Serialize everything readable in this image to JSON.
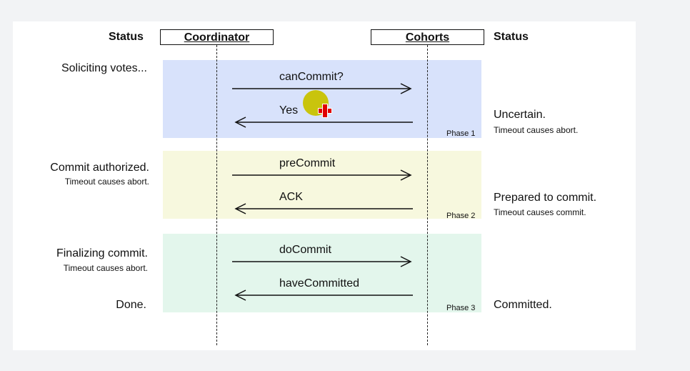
{
  "headers": {
    "left_status": "Status",
    "right_status": "Status",
    "coordinator": "Coordinator",
    "cohorts": "Cohorts"
  },
  "phases": [
    {
      "label": "Phase 1",
      "color": "#d8e2fb",
      "coordinator_status": "Soliciting votes...",
      "coordinator_note": "",
      "cohort_status": "Uncertain.",
      "cohort_note": "Timeout causes abort.",
      "messages": [
        {
          "text": "canCommit?",
          "direction": "coordinator-to-cohorts"
        },
        {
          "text": "Yes",
          "direction": "cohorts-to-coordinator"
        }
      ]
    },
    {
      "label": "Phase 2",
      "color": "#f7f8de",
      "coordinator_status": "Commit authorized.",
      "coordinator_note": "Timeout causes abort.",
      "cohort_status": "Prepared to commit.",
      "cohort_note": "Timeout causes commit.",
      "messages": [
        {
          "text": "preCommit",
          "direction": "coordinator-to-cohorts"
        },
        {
          "text": "ACK",
          "direction": "cohorts-to-coordinator"
        }
      ]
    },
    {
      "label": "Phase 3",
      "color": "#e3f6ec",
      "coordinator_status": "Finalizing commit.",
      "coordinator_note": "Timeout causes abort.",
      "coordinator_final": "Done.",
      "cohort_status": "Committed.",
      "messages": [
        {
          "text": "doCommit",
          "direction": "coordinator-to-cohorts"
        },
        {
          "text": "haveCommitted",
          "direction": "cohorts-to-coordinator"
        }
      ]
    }
  ],
  "cursor": {
    "icon": "mouse-cursor-highlight-icon",
    "color": "#c8c200",
    "accent": "#e00000"
  }
}
